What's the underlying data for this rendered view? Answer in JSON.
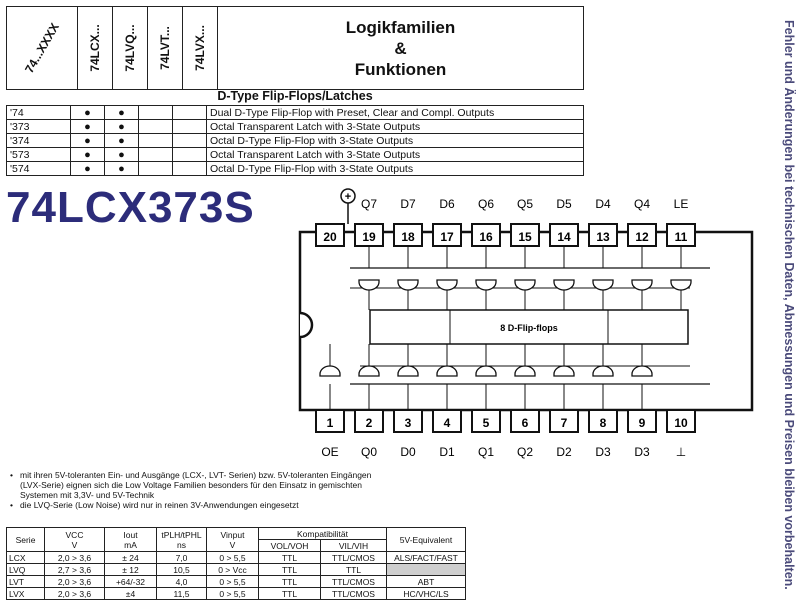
{
  "header": {
    "col_labels": [
      "74...XXXX",
      "74LCX...",
      "74LVQ...",
      "74LVT...",
      "74LVX..."
    ],
    "title_line1": "Logikfamilien",
    "title_line2": "&",
    "title_line3": "Funktionen"
  },
  "section_title": "D-Type Flip-Flops/Latches",
  "logic_table": [
    {
      "part": "'74",
      "lcx": "●",
      "lvq": "●",
      "lvt": "",
      "lvx": "",
      "desc": "Dual D-Type Flip-Flop with Preset, Clear and Compl. Outputs"
    },
    {
      "part": "'373",
      "lcx": "●",
      "lvq": "●",
      "lvt": "",
      "lvx": "",
      "desc": "Octal Transparent Latch with 3-State Outputs"
    },
    {
      "part": "'374",
      "lcx": "●",
      "lvq": "●",
      "lvt": "",
      "lvx": "",
      "desc": "Octal D-Type Flip-Flop with 3-State Outputs"
    },
    {
      "part": "'573",
      "lcx": "●",
      "lvq": "●",
      "lvt": "",
      "lvx": "",
      "desc": "Octal Transparent Latch with 3-State Outputs"
    },
    {
      "part": "'574",
      "lcx": "●",
      "lvq": "●",
      "lvt": "",
      "lvx": "",
      "desc": "Octal D-Type Flip-Flop with 3-State Outputs"
    }
  ],
  "part_number": "74LCX373S",
  "side_note": "Fehler und Änderungen bei technischen Daten, Abmessungen und Preisen bleiben vorbehalten.",
  "chip": {
    "vcc_symbol": "+",
    "top_labels": [
      "Q7",
      "D7",
      "D6",
      "Q6",
      "Q5",
      "D5",
      "D4",
      "Q4",
      "LE"
    ],
    "top_pins": [
      "20",
      "19",
      "18",
      "17",
      "16",
      "15",
      "14",
      "13",
      "12",
      "11"
    ],
    "bottom_pins": [
      "1",
      "2",
      "3",
      "4",
      "5",
      "6",
      "7",
      "8",
      "9",
      "10"
    ],
    "bottom_labels": [
      "OE",
      "Q0",
      "D0",
      "D1",
      "Q1",
      "Q2",
      "D2",
      "D3",
      "D3",
      "⊥"
    ],
    "core_label": "8 D-Flip-flops"
  },
  "notes": [
    "mit ihren 5V-toleranten Ein- und Ausgänge (LCX-, LVT- Serien) bzw. 5V-toleranten Eingängen (LVX-Serie) eignen sich die Low Voltage Familien besonders für den Einsatz in gemischten Systemen mit 3,3V- und 5V-Technik",
    "die LVQ-Serie (Low Noise) wird nur in reinen 3V-Anwendungen eingesetzt"
  ],
  "specs": {
    "headers": {
      "serie": "Serie",
      "vcc": "VCC",
      "vcc_unit": "V",
      "iout": "Iout",
      "iout_unit": "mA",
      "tpd": "tPLH/tPHL",
      "tpd_unit": "ns",
      "vin": "Vinput",
      "vin_unit": "V",
      "kompat": "Kompatibilität",
      "voh": "VOL/VOH",
      "vih": "VIL/VIH",
      "equiv": "5V-Equivalent"
    },
    "rows": [
      {
        "serie": "LCX",
        "vcc": "2,0 > 3,6",
        "iout": "± 24",
        "tpd": "7,0",
        "vin": "0 > 5,5",
        "voh": "TTL",
        "vih": "TTL/CMOS",
        "equiv": "ALS/FACT/FAST"
      },
      {
        "serie": "LVQ",
        "vcc": "2,7 > 3,6",
        "iout": "± 12",
        "tpd": "10,5",
        "vin": "0 > Vcc",
        "voh": "TTL",
        "vih": "TTL",
        "equiv": ""
      },
      {
        "serie": "LVT",
        "vcc": "2,0 > 3,6",
        "iout": "+64/-32",
        "tpd": "4,0",
        "vin": "0 > 5,5",
        "voh": "TTL",
        "vih": "TTL/CMOS",
        "equiv": "ABT"
      },
      {
        "serie": "LVX",
        "vcc": "2,0 > 3,6",
        "iout": "±4",
        "tpd": "11,5",
        "vin": "0 > 5,5",
        "voh": "TTL",
        "vih": "TTL/CMOS",
        "equiv": "HC/VHC/LS"
      }
    ]
  }
}
